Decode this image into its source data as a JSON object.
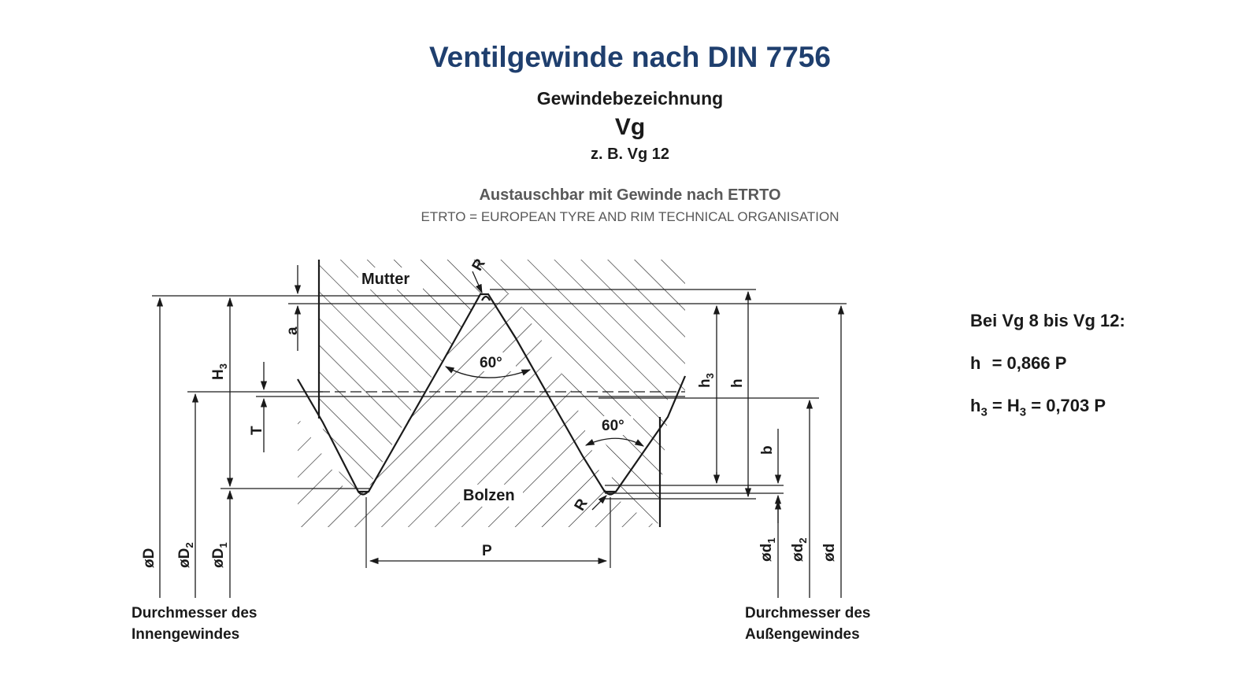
{
  "title": "Ventilgewinde nach DIN 7756",
  "designation_heading": "Gewindebezeichnung",
  "designation_code": "Vg",
  "example": "z. B. Vg 12",
  "interchangeable_note": "Austauschbar mit Gewinde nach ETRTO",
  "etrto_definition": "ETRTO = EUROPEAN TYRE AND RIM TECHNICAL ORGANISATION",
  "diagram_labels": {
    "nut": "Mutter",
    "bolt": "Bolzen",
    "radius": "R",
    "angle": "60°",
    "pitch": "P",
    "a": "a",
    "b": "b",
    "T": "T",
    "H3_main": "H",
    "H3_sub": "3",
    "h3_main": "h",
    "h3_sub": "3",
    "h": "h",
    "D": "øD",
    "D2_main": "øD",
    "D2_sub": "2",
    "D1_main": "øD",
    "D1_sub": "1",
    "d1_main": "ød",
    "d1_sub": "1",
    "d2_main": "ød",
    "d2_sub": "2",
    "d": "ød"
  },
  "captions": {
    "internal_line1": "Durchmesser des",
    "internal_line2": "Innengewindes",
    "external_line1": "Durchmesser des",
    "external_line2": "Außengewindes"
  },
  "formulas": {
    "range": "Bei Vg 8 bis Vg 12:",
    "h_lhs": "h",
    "h_rhs": "=  0,866 P",
    "h3_lhs": "h",
    "h3_sub": "3",
    "h3_eq": "=  H",
    "H3_sub": "3",
    "h3_rhs": "= 0,703 P"
  },
  "colors": {
    "title": "#1f3f6e",
    "subtitle_gray": "#595959",
    "line": "#1a1a1a"
  }
}
